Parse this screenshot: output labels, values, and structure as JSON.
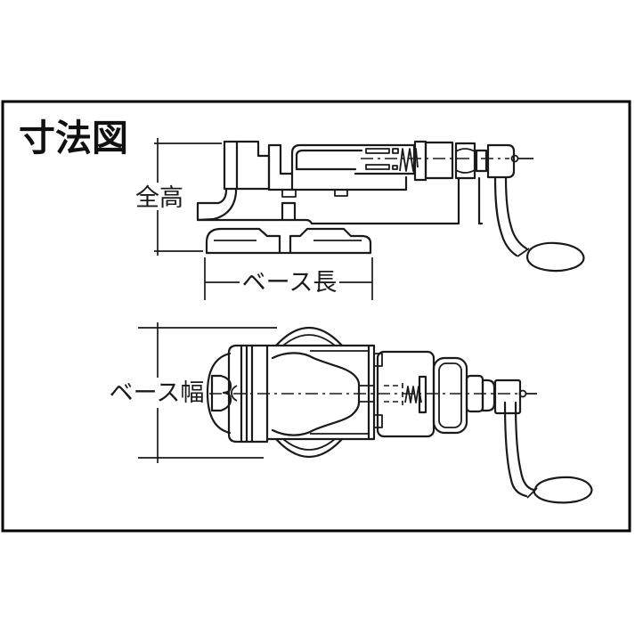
{
  "title": "寸法図",
  "dimension_labels": {
    "overall_height": "全高",
    "base_length": "ベース長",
    "base_width": "ベース幅"
  },
  "colors": {
    "background": "#ffffff",
    "line": "#1a1a1a",
    "frame_border": "#000000"
  }
}
